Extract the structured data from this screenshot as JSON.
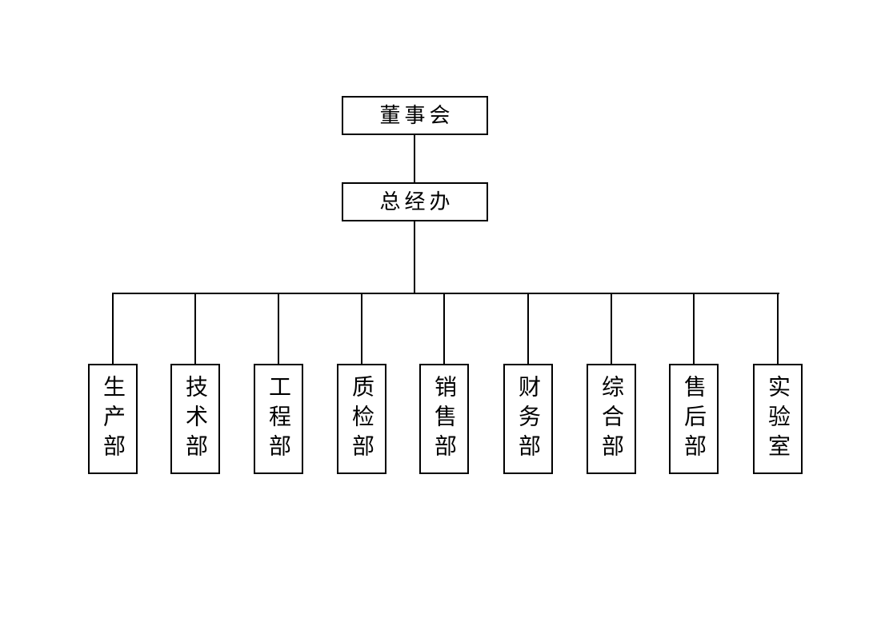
{
  "org": {
    "root": {
      "label": "董事会"
    },
    "mid": {
      "label": "总经办"
    },
    "departments": [
      {
        "label": "生产部"
      },
      {
        "label": "技术部"
      },
      {
        "label": "工程部"
      },
      {
        "label": "质检部"
      },
      {
        "label": "销售部"
      },
      {
        "label": "财务部"
      },
      {
        "label": "综合部"
      },
      {
        "label": "售后部"
      },
      {
        "label": "实验室"
      }
    ]
  },
  "colors": {
    "background": "#ffffff",
    "box_border": "#000000",
    "connector": "#000000",
    "text": "#000000"
  }
}
